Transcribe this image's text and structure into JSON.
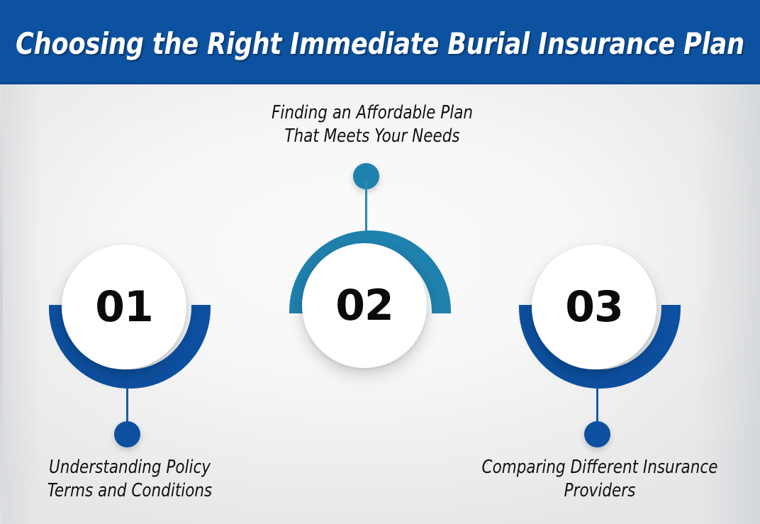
{
  "header": {
    "title": "Choosing the Right Immediate Burial Insurance Plan",
    "background_color": "#0c52a0",
    "text_color": "#ffffff"
  },
  "colors": {
    "primary_blue": "#0d50a0",
    "secondary_blue": "#1f81ad",
    "header_blue": "#0c52a0",
    "disc_fill": "#ffffff",
    "number_text": "#0a0a0a",
    "caption_text": "#111111",
    "background": "#f3f4f4"
  },
  "steps": [
    {
      "number": "01",
      "caption": "Understanding Policy\nTerms and Conditions",
      "accent_color": "#0d50a0",
      "arc_position": "bottom",
      "connector_position": "bottom"
    },
    {
      "number": "02",
      "caption": "Finding an Affordable Plan\nThat Meets Your Needs",
      "accent_color": "#1f81ad",
      "arc_position": "top",
      "connector_position": "top"
    },
    {
      "number": "03",
      "caption": "Comparing Different Insurance\nProviders",
      "accent_color": "#0d50a0",
      "arc_position": "bottom",
      "connector_position": "bottom"
    }
  ]
}
